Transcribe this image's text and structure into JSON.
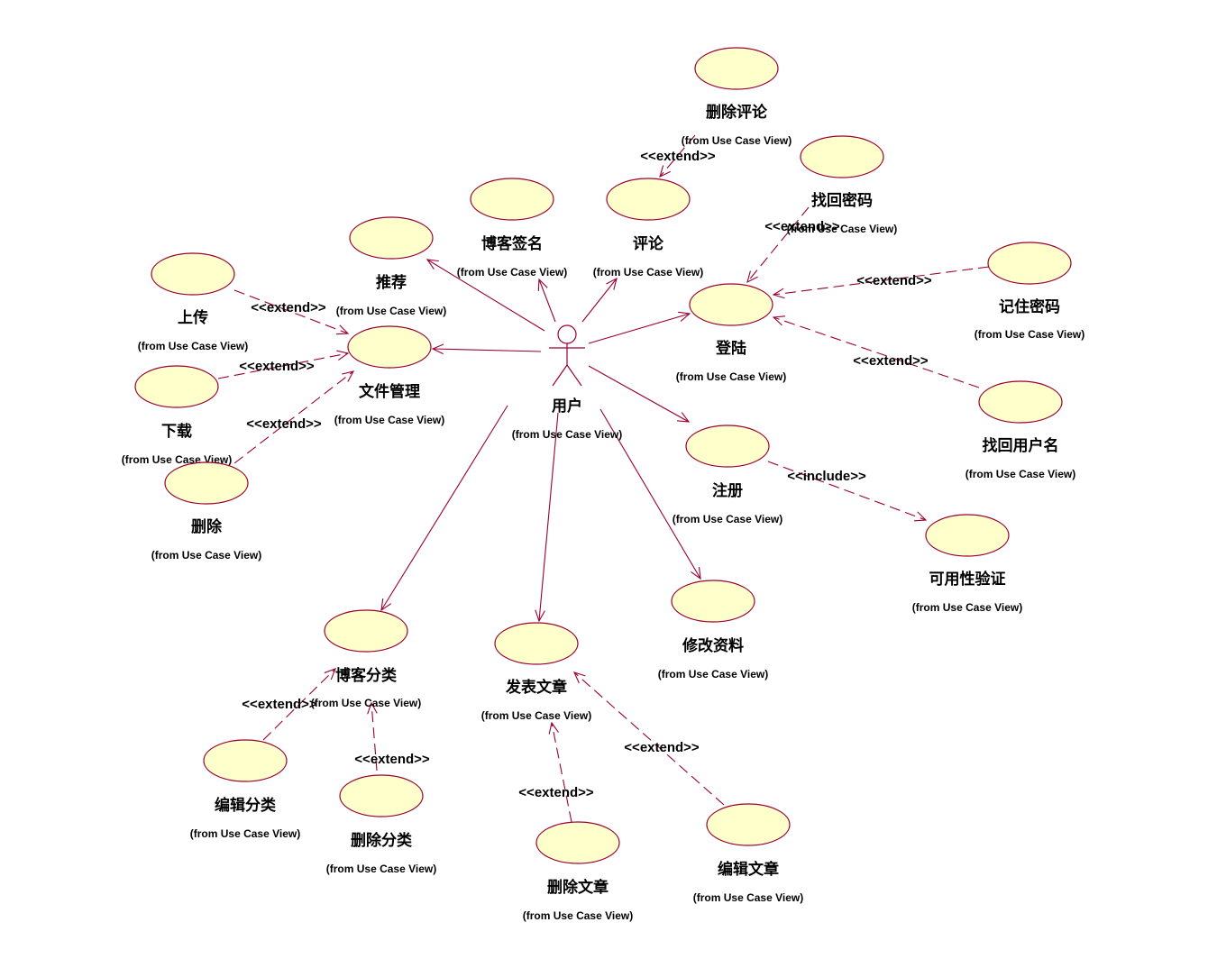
{
  "diagram": {
    "actor": {
      "name": "用户",
      "source": "(from Use Case View)"
    },
    "stereotypes": {
      "extend": "<<extend>>",
      "include": "<<include>>"
    },
    "use_cases": [
      {
        "id": "delete_comment",
        "name": "删除评论",
        "source": "(from Use Case View)"
      },
      {
        "id": "recover_password",
        "name": "找回密码",
        "source": "(from Use Case View)"
      },
      {
        "id": "blog_signature",
        "name": "博客签名",
        "source": "(from Use Case View)"
      },
      {
        "id": "comment",
        "name": "评论",
        "source": "(from Use Case View)"
      },
      {
        "id": "recommend",
        "name": "推荐",
        "source": "(from Use Case View)"
      },
      {
        "id": "upload",
        "name": "上传",
        "source": "(from Use Case View)"
      },
      {
        "id": "login",
        "name": "登陆",
        "source": "(from Use Case View)"
      },
      {
        "id": "remember_password",
        "name": "记住密码",
        "source": "(from Use Case View)"
      },
      {
        "id": "file_management",
        "name": "文件管理",
        "source": "(from Use Case View)"
      },
      {
        "id": "download",
        "name": "下载",
        "source": "(from Use Case View)"
      },
      {
        "id": "recover_username",
        "name": "找回用户名",
        "source": "(from Use Case View)"
      },
      {
        "id": "register",
        "name": "注册",
        "source": "(from Use Case View)"
      },
      {
        "id": "delete_file",
        "name": "删除",
        "source": "(from Use Case View)"
      },
      {
        "id": "availability_check",
        "name": "可用性验证",
        "source": "(from Use Case View)"
      },
      {
        "id": "edit_profile",
        "name": "修改资料",
        "source": "(from Use Case View)"
      },
      {
        "id": "blog_category",
        "name": "博客分类",
        "source": "(from Use Case View)"
      },
      {
        "id": "publish_article",
        "name": "发表文章",
        "source": "(from Use Case View)"
      },
      {
        "id": "edit_category",
        "name": "编辑分类",
        "source": "(from Use Case View)"
      },
      {
        "id": "delete_category",
        "name": "删除分类",
        "source": "(from Use Case View)"
      },
      {
        "id": "delete_article",
        "name": "删除文章",
        "source": "(from Use Case View)"
      },
      {
        "id": "edit_article",
        "name": "编辑文章",
        "source": "(from Use Case View)"
      }
    ],
    "associations": [
      {
        "from": "actor",
        "to": "recommend"
      },
      {
        "from": "actor",
        "to": "blog_signature"
      },
      {
        "from": "actor",
        "to": "comment"
      },
      {
        "from": "actor",
        "to": "login"
      },
      {
        "from": "actor",
        "to": "file_management"
      },
      {
        "from": "actor",
        "to": "register"
      },
      {
        "from": "actor",
        "to": "edit_profile"
      },
      {
        "from": "actor",
        "to": "publish_article"
      },
      {
        "from": "actor",
        "to": "blog_category"
      }
    ],
    "dependencies": [
      {
        "from": "delete_comment",
        "to": "comment",
        "kind": "extend"
      },
      {
        "from": "recover_password",
        "to": "login",
        "kind": "extend"
      },
      {
        "from": "remember_password",
        "to": "login",
        "kind": "extend"
      },
      {
        "from": "recover_username",
        "to": "login",
        "kind": "extend"
      },
      {
        "from": "upload",
        "to": "file_management",
        "kind": "extend"
      },
      {
        "from": "download",
        "to": "file_management",
        "kind": "extend"
      },
      {
        "from": "delete_file",
        "to": "file_management",
        "kind": "extend"
      },
      {
        "from": "register",
        "to": "availability_check",
        "kind": "include"
      },
      {
        "from": "edit_category",
        "to": "blog_category",
        "kind": "extend"
      },
      {
        "from": "delete_category",
        "to": "blog_category",
        "kind": "extend"
      },
      {
        "from": "delete_article",
        "to": "publish_article",
        "kind": "extend"
      },
      {
        "from": "edit_article",
        "to": "publish_article",
        "kind": "extend"
      }
    ]
  }
}
